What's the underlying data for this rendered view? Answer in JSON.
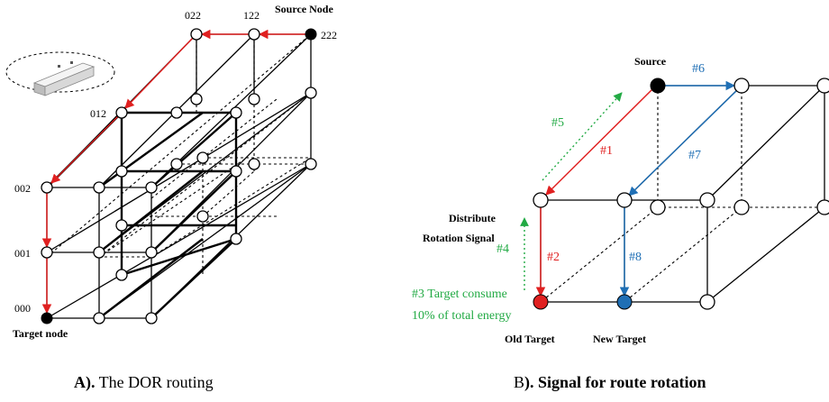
{
  "panel_a": {
    "node_labels": {
      "n022": "022",
      "n122": "122",
      "n222": "222",
      "n012": "012",
      "n002": "002",
      "n001": "001",
      "n000": "000"
    },
    "source_label": "Source Node",
    "target_label": "Target node",
    "caption_prefix": "A).",
    "caption_text": " The DOR routing"
  },
  "panel_b": {
    "source_label": "Source",
    "distribute_line1": "Distribute",
    "distribute_line2": "Rotation Signal",
    "step1": "#1",
    "step2": "#2",
    "step3_line1": "#3 Target consume",
    "step3_line2": "10% of total energy",
    "step4": "#4",
    "step5": "#5",
    "step6": "#6",
    "step7": "#7",
    "step8": "#8",
    "old_target": "Old Target",
    "new_target": "New Target",
    "caption_prefix": "B",
    "caption_text": "). Signal for route rotation"
  },
  "colors": {
    "red": "#e02020",
    "blue": "#1f6fb5",
    "green": "#22aa44",
    "black": "#000000"
  }
}
